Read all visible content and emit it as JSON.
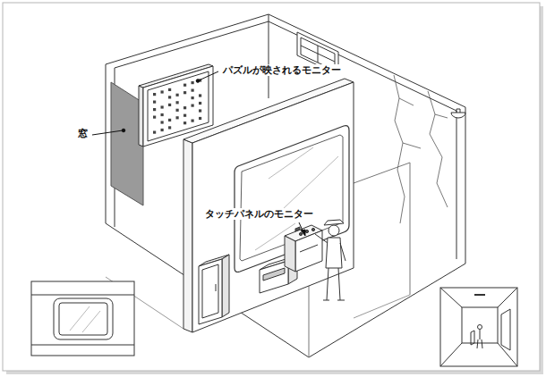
{
  "diagram": {
    "labels": [
      "パズルが映されるモニター",
      "窓",
      "タッチパネルのモニター"
    ]
  }
}
